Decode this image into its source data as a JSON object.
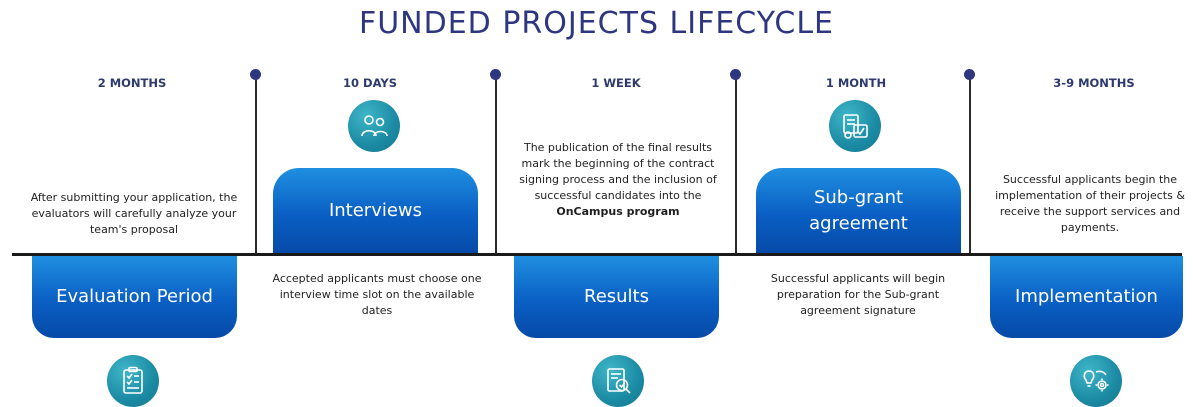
{
  "title": "FUNDED PROJECTS LIFECYCLE",
  "stages": [
    {
      "duration": "2 MONTHS",
      "box_label": "Evaluation Period",
      "description": "After submitting your application, the evaluators will carefully analyze your team's proposal",
      "icon": "checklist-icon"
    },
    {
      "duration": "10 DAYS",
      "box_label": "Interviews",
      "description": "Accepted applicants must choose one interview time slot on the available dates",
      "icon": "interview-people-icon"
    },
    {
      "duration": "1 WEEK",
      "box_label": "Results",
      "description_parts": [
        "The publication of the final results mark the beginning of the contract signing process and the inclusion of successful candidates into the ",
        "OnCampus program"
      ],
      "icon": "document-magnifier-icon"
    },
    {
      "duration": "1 MONTH",
      "box_label": "Sub-grant agreement",
      "description": "Successful applicants will begin preparation for the Sub-grant agreement signature",
      "icon": "contract-money-icon"
    },
    {
      "duration": "3-9 MONTHS",
      "box_label": "Implementation",
      "description": "Successful applicants begin the implementation of their projects & receive the support services and payments.",
      "icon": "idea-gear-icon"
    }
  ],
  "colors": {
    "title": "#2e3680",
    "box_gradient_top": "#1f8fe0",
    "box_gradient_bottom": "#064aa8",
    "icon_teal": "#1b8aa3",
    "pin": "#2e3680"
  }
}
